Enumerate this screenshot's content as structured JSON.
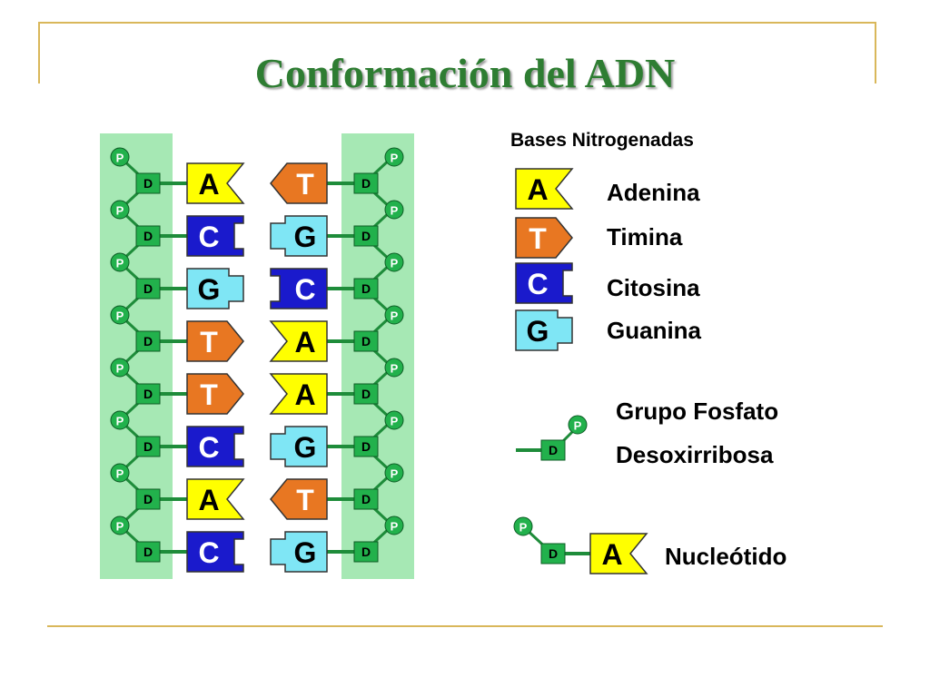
{
  "title": "Conformación del ADN",
  "colors": {
    "adenina": "#ffff00",
    "timina": "#e87722",
    "citosina": "#1a1acc",
    "guanina": "#7fe6f5",
    "fosfato": "#22b14c",
    "desoxirribosa": "#22b14c",
    "strand_background": "#a6e8b4",
    "bond": "#1e8c3a",
    "title": "#2e7d32",
    "frame": "#d9b75a"
  },
  "phosphate_letter": "P",
  "sugar_letter": "D",
  "base_pairs": [
    {
      "left": "A",
      "right": "T"
    },
    {
      "left": "C",
      "right": "G"
    },
    {
      "left": "G",
      "right": "C"
    },
    {
      "left": "T",
      "right": "A"
    },
    {
      "left": "T",
      "right": "A"
    },
    {
      "left": "C",
      "right": "G"
    },
    {
      "left": "A",
      "right": "T"
    },
    {
      "left": "C",
      "right": "G"
    }
  ],
  "legend": {
    "heading": "Bases Nitrogenadas",
    "bases": [
      {
        "letter": "A",
        "name": "Adenina"
      },
      {
        "letter": "T",
        "name": "Timina"
      },
      {
        "letter": "C",
        "name": "Citosina"
      },
      {
        "letter": "G",
        "name": "Guanina"
      }
    ],
    "phosphate_label": "Grupo Fosfato",
    "sugar_label": "Desoxirribosa",
    "nucleotide_base": "A",
    "nucleotide_label": "Nucleótido"
  }
}
